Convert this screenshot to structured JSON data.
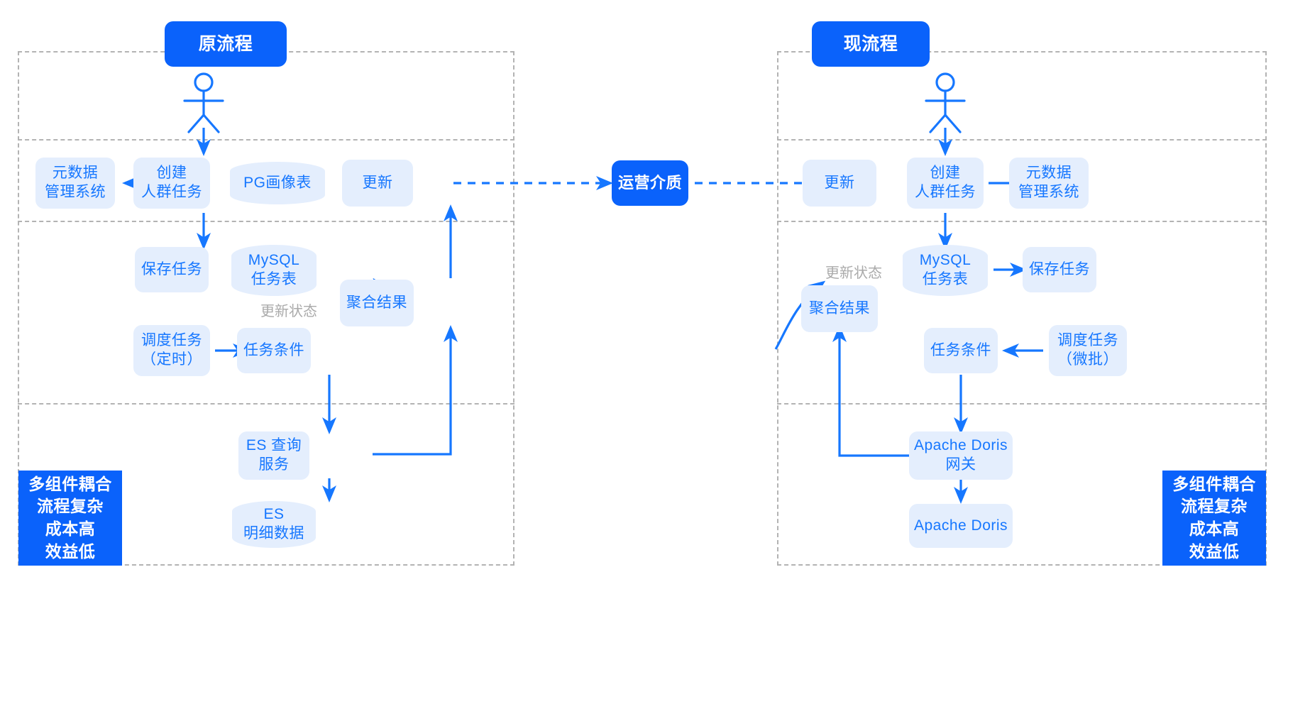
{
  "diagram": {
    "title_left": "原流程",
    "title_right": "现流程",
    "accent": "#0a62fb",
    "node_fill": "#e4eefd",
    "node_text": "#1677ff",
    "panel_border": "#b3b3b3",
    "label_color": "#aaaaaa"
  },
  "shared": {
    "medium": "运营介质"
  },
  "left_flow": {
    "header": "原流程",
    "actor": "user-stick-figure",
    "nodes": {
      "meta_system": "元数据\n管理系统",
      "create_task": "创建\n人群任务",
      "pg_table": "PG画像表",
      "update": "更新",
      "save_task": "保存任务",
      "mysql_table": "MySQL\n任务表",
      "aggregate": "聚合结果",
      "schedule_task": "调度任务\n（定时）",
      "task_condition": "任务条件",
      "es_query": "ES 查询\n服务",
      "es_detail": "ES\n明细数据"
    },
    "edge_labels": {
      "update_status": "更新状态"
    },
    "callout": "多组件耦合\n流程复杂\n成本高\n效益低"
  },
  "right_flow": {
    "header": "现流程",
    "actor": "user-stick-figure",
    "nodes": {
      "update": "更新",
      "create_task": "创建\n人群任务",
      "meta_system": "元数据\n管理系统",
      "mysql_table": "MySQL\n任务表",
      "save_task": "保存任务",
      "aggregate": "聚合结果",
      "task_condition": "任务条件",
      "schedule_task": "调度任务\n（微批）",
      "doris_gateway": "Apache Doris\n网关",
      "doris": "Apache Doris"
    },
    "edge_labels": {
      "update_status": "更新状态"
    },
    "callout": "多组件耦合\n流程复杂\n成本高\n效益低"
  }
}
